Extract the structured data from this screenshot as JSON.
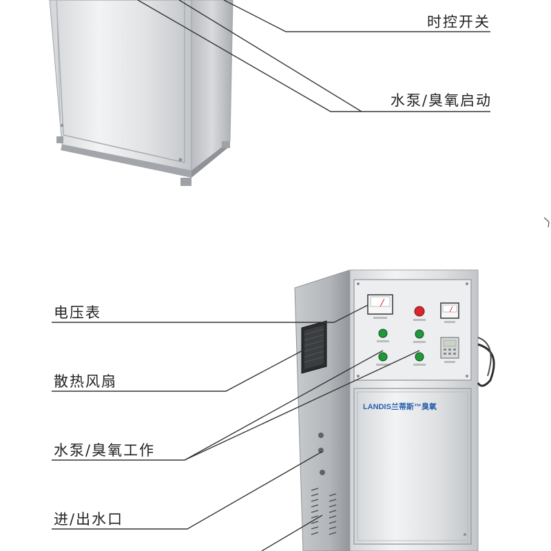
{
  "labels": {
    "time_switch": "时控开关",
    "pump_ozone_start": "水泵/臭氧启动",
    "voltmeter": "电压表",
    "cooling_fan": "散热风扇",
    "pump_ozone_work": "水泵/臭氧工作",
    "water_in_out": "进/出水口"
  },
  "brand": {
    "logo_text": "LANDIS兰蒂斯™臭氧"
  },
  "colors": {
    "text": "#222222",
    "leader_line": "#333333",
    "steel_light": "#e6e8ea",
    "steel_mid": "#c6c9cc",
    "steel_dark": "#9da1a5",
    "brand_blue": "#2a5fae",
    "lamp_red": "#d9262e",
    "lamp_green": "#1f9a3a"
  }
}
